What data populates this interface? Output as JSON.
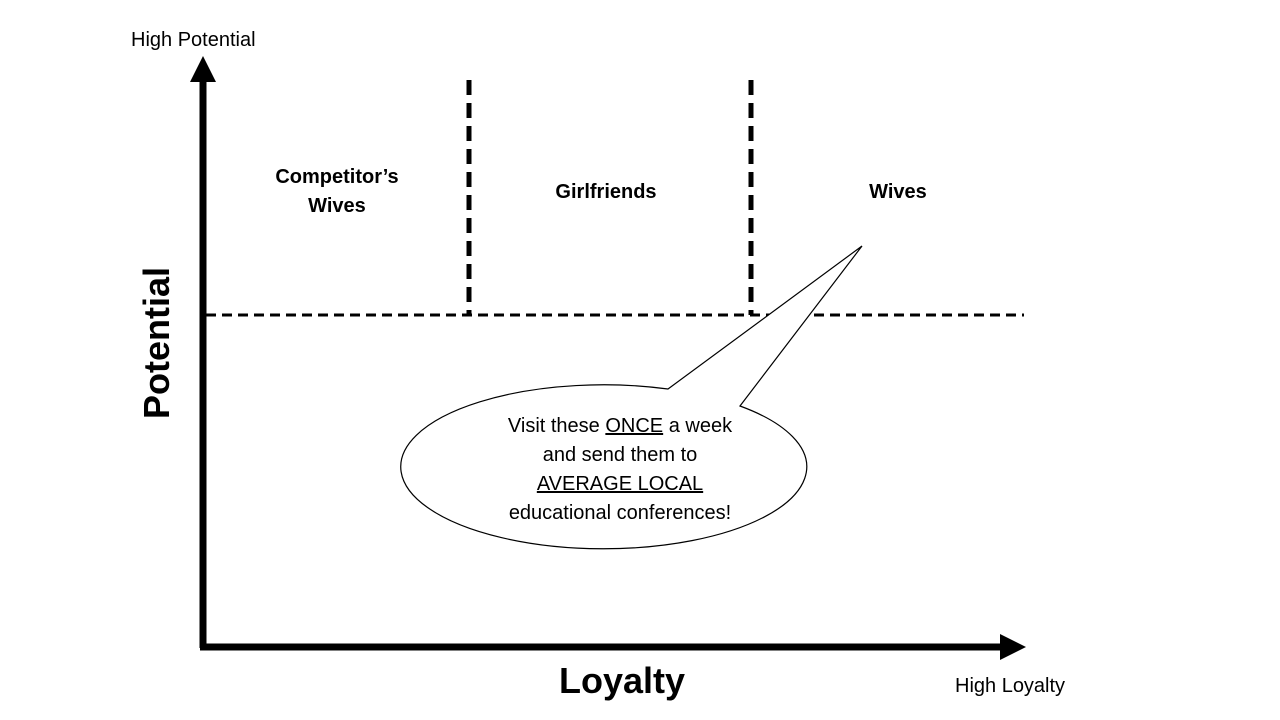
{
  "axes": {
    "y_high_label": "High Potential",
    "y_title": "Potential",
    "x_title": "Loyalty",
    "x_high_label": "High Loyalty"
  },
  "segments": [
    {
      "line1": "Competitor’s",
      "line2": "Wives"
    },
    {
      "line1": "Girlfriends"
    },
    {
      "line1": "Wives"
    }
  ],
  "callout": {
    "line1_pre": "Visit these ",
    "line1_emph": "ONCE",
    "line1_post": " a week",
    "line2": "and send them to",
    "line3_emph": "AVERAGE LOCAL",
    "line4": "educational conferences!"
  }
}
